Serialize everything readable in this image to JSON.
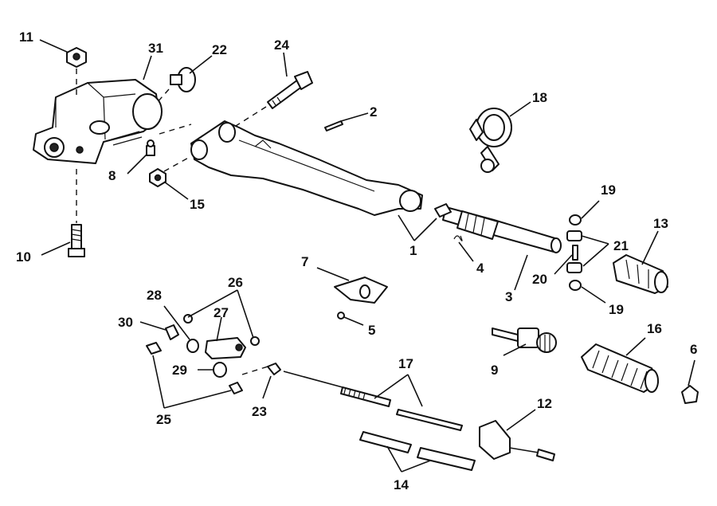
{
  "labels": {
    "p1": "1",
    "p2": "2",
    "p3": "3",
    "p4": "4",
    "p5": "5",
    "p6": "6",
    "p7": "7",
    "p8": "8",
    "p9": "9",
    "p10": "10",
    "p11": "11",
    "p12": "12",
    "p13": "13",
    "p14": "14",
    "p15": "15",
    "p16": "16",
    "p17": "17",
    "p18": "18",
    "p19a": "19",
    "p19b": "19",
    "p20": "20",
    "p21": "21",
    "p22": "22",
    "p23": "23",
    "p24": "24",
    "p25": "25",
    "p26": "26",
    "p27": "27",
    "p28": "28",
    "p29": "29",
    "p30": "30",
    "p31": "31"
  }
}
